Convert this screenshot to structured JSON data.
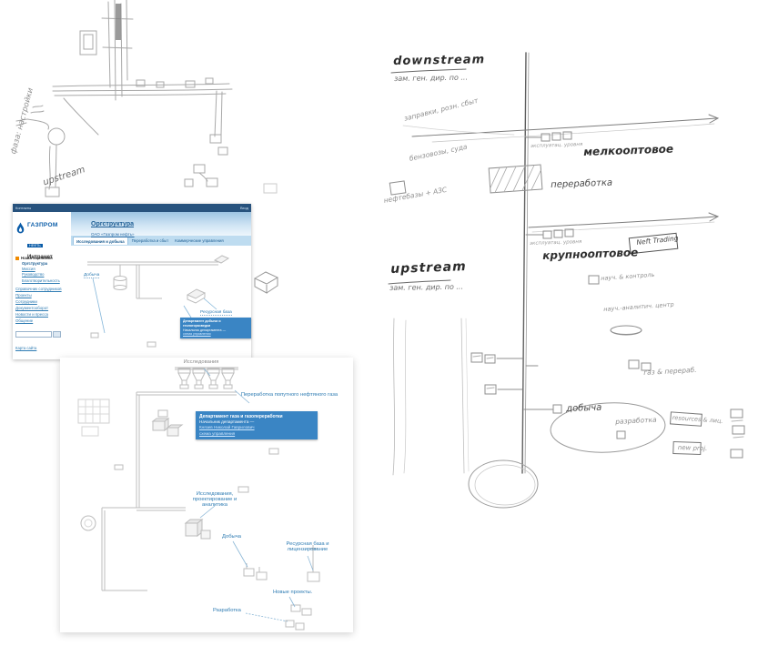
{
  "left_sketch": {
    "vertical_note": "фаза: настройки",
    "diagonal_note": "upstream"
  },
  "browser": {
    "topbar": {
      "left": "Контакты",
      "right": "Вход"
    },
    "logo": {
      "line1": "ГАЗПРОМ",
      "line2": "НЕФТЬ",
      "sub": "Интранет"
    },
    "title": "Оргструктура",
    "subtitle": "ОАО «Газпром нефть»",
    "tabs": [
      {
        "label": "Исследования и добыча"
      },
      {
        "label": "Переработка и сбыт"
      },
      {
        "label": "Коммерческие управления"
      }
    ],
    "sidebar": {
      "section_title": "Наша компания",
      "items": [
        "Оргструктура",
        "Миссия",
        "Руководство",
        "Благотворительность"
      ],
      "groups": [
        "Справочник сотрудников",
        "Проекты",
        "Сотрудники",
        "Документооборот",
        "Новости и пресса",
        "Общение"
      ],
      "map_link": "Карта сайта"
    },
    "content": {
      "label_dobycha": "Добыча",
      "label_resursnaya": "Ресурсная база",
      "tooltip": {
        "title": "Департамент добычи и геологоразведки",
        "line1": "Начальник департамента —",
        "line2": "схема управления"
      }
    }
  },
  "zoom_panel": {
    "label_issledovaniya": "Исследования",
    "label_pererabotka": "Переработка попутного нефтяного газа",
    "tooltip": {
      "title": "Департамент газа и газопереработки",
      "line1": "Начальник департамента —",
      "line2": "Князев Николай Гаврилович",
      "line3": "схема управления"
    },
    "label_proekt": "Исследования, проектирование и аналитика",
    "label_dobycha": "Добыча",
    "label_resurs": "Ресурсная база и лицензирование",
    "label_novye": "Новые проекты.",
    "label_razrabotka": "Разработка"
  },
  "right_sketch": {
    "notes": [
      "downstream",
      "зам. ген. дир. по ...",
      "заправки, розн. сбыт",
      "бензовозы, суда",
      "нефтебазы + АЗС",
      "эксплуатац. уровня",
      "мелкооптовое",
      "переработка",
      "эксплуатац. уровня",
      "крупнооптовое",
      "Neft Trading",
      "upstream",
      "зам. ген. дир. по ...",
      "науч. & контроль",
      "науч.-аналитич. центр",
      "газ & перераб.",
      "добыча",
      "разработка",
      "resources & лиц.",
      "new proj."
    ]
  }
}
